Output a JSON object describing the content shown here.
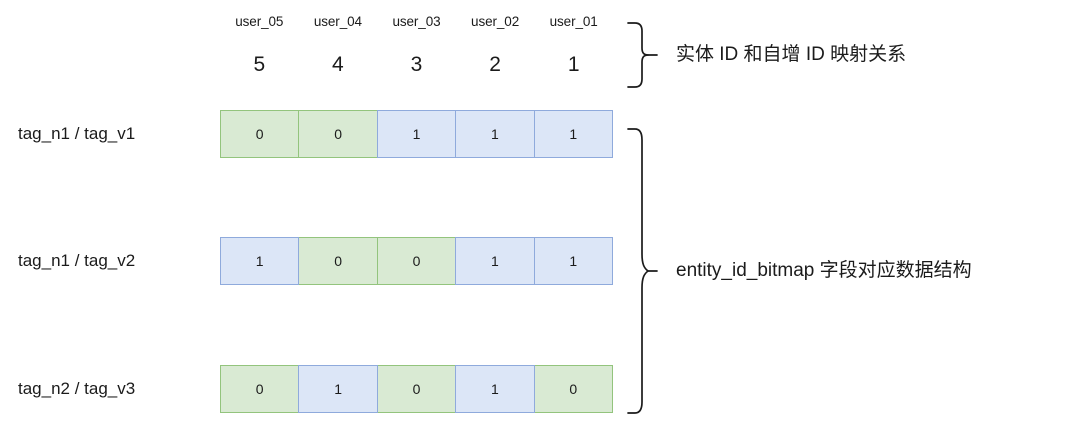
{
  "diagram": {
    "columns": [
      {
        "user": "user_05",
        "id": "5"
      },
      {
        "user": "user_04",
        "id": "4"
      },
      {
        "user": "user_03",
        "id": "3"
      },
      {
        "user": "user_02",
        "id": "2"
      },
      {
        "user": "user_01",
        "id": "1"
      }
    ],
    "rows": [
      {
        "label": "tag_n1 / tag_v1",
        "bits": [
          {
            "value": "0",
            "color": "green"
          },
          {
            "value": "0",
            "color": "green"
          },
          {
            "value": "1",
            "color": "blue"
          },
          {
            "value": "1",
            "color": "blue"
          },
          {
            "value": "1",
            "color": "blue"
          }
        ]
      },
      {
        "label": "tag_n1 / tag_v2",
        "bits": [
          {
            "value": "1",
            "color": "blue"
          },
          {
            "value": "0",
            "color": "green"
          },
          {
            "value": "0",
            "color": "green"
          },
          {
            "value": "1",
            "color": "blue"
          },
          {
            "value": "1",
            "color": "blue"
          }
        ]
      },
      {
        "label": "tag_n2 / tag_v3",
        "bits": [
          {
            "value": "0",
            "color": "green"
          },
          {
            "value": "1",
            "color": "blue"
          },
          {
            "value": "0",
            "color": "green"
          },
          {
            "value": "1",
            "color": "blue"
          },
          {
            "value": "0",
            "color": "green"
          }
        ]
      }
    ],
    "annotations": {
      "header_brace_label": "实体 ID 和自增 ID 映射关系",
      "bitmap_brace_label": "entity_id_bitmap 字段对应数据结构"
    },
    "colors": {
      "green_fill": "#d9ead3",
      "green_border": "#93c47d",
      "blue_fill": "#dce6f7",
      "blue_border": "#8faadc",
      "stroke": "#1b1b1b",
      "background": "#ffffff"
    }
  }
}
